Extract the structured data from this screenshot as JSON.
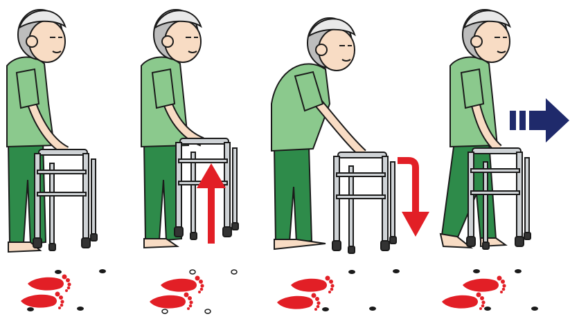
{
  "illustration": {
    "panels": [
      {
        "step": 1,
        "action": "stand-with-walker",
        "walker_motion": "none"
      },
      {
        "step": 2,
        "action": "lift-walker",
        "walker_motion": "up"
      },
      {
        "step": 3,
        "action": "set-walker-down-forward",
        "walker_motion": "down"
      },
      {
        "step": 4,
        "action": "step-forward",
        "walker_motion": "forward"
      }
    ],
    "colors": {
      "shirt": "#8bc98d",
      "pants": "#2e8b4a",
      "skin": "#f8dcc4",
      "hair": "#bdbdbd",
      "walker": "#cfd3d6",
      "outline": "#1a1a1a",
      "red_arrow": "#e21f26",
      "navy_arrow": "#1f2a6b",
      "footprint": "#e21f26"
    },
    "icons": [
      "up-arrow-icon",
      "down-arrow-icon",
      "forward-arrow-icon",
      "footprint-icon"
    ]
  }
}
